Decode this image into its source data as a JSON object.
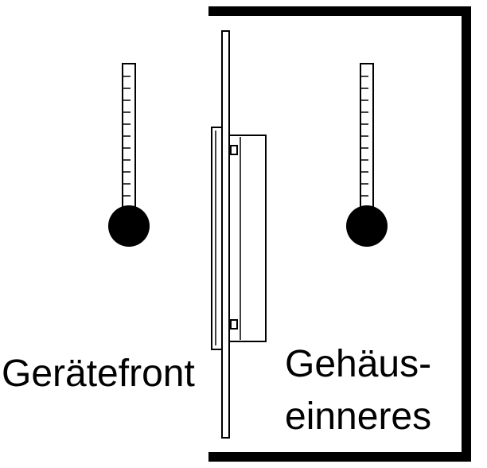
{
  "labels": {
    "front": "Gerätefront",
    "inside_line1": "Gehäus-",
    "inside_line2": "einneres"
  },
  "icons": {
    "left": "thermometer-icon",
    "right": "thermometer-icon"
  },
  "colors": {
    "stroke": "#000000",
    "fill": "#ffffff"
  }
}
